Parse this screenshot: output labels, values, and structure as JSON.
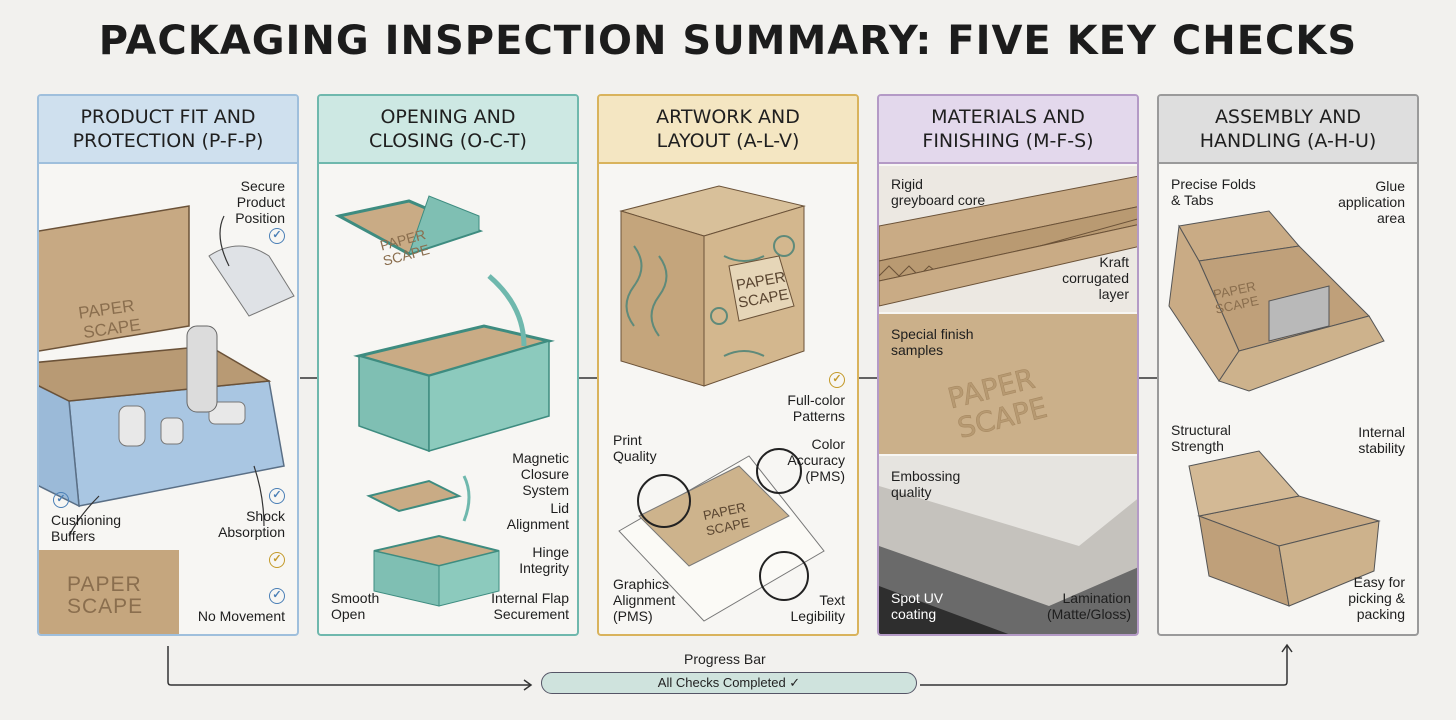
{
  "title": "PACKAGING INSPECTION SUMMARY: FIVE KEY CHECKS",
  "colors": {
    "panel1": "#9fbfdc",
    "panel1_head": "#cfe0ee",
    "panel2": "#6fb8ad",
    "panel2_head": "#cde8e3",
    "panel3": "#d9b35c",
    "panel3_head": "#f4e6c2",
    "panel4": "#b49ac6",
    "panel4_head": "#e3d8ec",
    "panel5": "#9a9a9a",
    "panel5_head": "#dedede",
    "kraft": "#c9ab85",
    "teal": "#7fbfb3"
  },
  "panels": [
    {
      "heading": "PRODUCT FIT AND\nPROTECTION (P-F-P)",
      "labels": {
        "secure": "Secure\nProduct\nPosition",
        "cushion": "Cushioning\nBuffers",
        "shock": "Shock\nAbsorption",
        "movement": "No Movement",
        "brand": "PAPER\nSCAPE"
      },
      "icons": [
        "check-icon",
        "check-icon",
        "check-icon",
        "check-icon",
        "check-icon"
      ]
    },
    {
      "heading": "OPENING AND\nCLOSING (O-C-T)",
      "labels": {
        "brand": "PAPER\nSCAPE",
        "magnetic": "Magnetic\nClosure\nSystem",
        "lid": "Lid\nAlignment",
        "hinge": "Hinge\nIntegrity",
        "smooth": "Smooth\nOpen",
        "flap": "Internal Flap\nSecurement"
      }
    },
    {
      "heading": "ARTWORK AND\nLAYOUT (A-L-V)",
      "labels": {
        "brand": "PAPER\nSCAPE",
        "patterns": "Full-color\nPatterns",
        "print": "Print\nQuality",
        "color": "Color\nAccuracy\n(PMS)",
        "graphics": "Graphics\nAlignment\n(PMS)",
        "text": "Text\nLegibility"
      }
    },
    {
      "heading": "MATERIALS AND\nFINISHING (M-F-S)",
      "labels": {
        "rigid": "Rigid\ngreyboard core",
        "kraft": "Kraft\ncorrugated\nlayer",
        "special": "Special finish\nsamples",
        "emboss_text": "PAPER\nSCAPE",
        "embossing": "Embossing\nquality",
        "spotuv": "Spot UV\ncoating",
        "lamination": "Lamination\n(Matte/Gloss)"
      }
    },
    {
      "heading": "ASSEMBLY AND\nHANDLING (A-H-U)",
      "labels": {
        "folds": "Precise Folds\n& Tabs",
        "glue": "Glue\napplication\narea",
        "brand": "PAPER\nSCAPE",
        "structural": "Structural\nStrength",
        "internal": "Internal\nstability",
        "easy": "Easy for\npicking &\npacking"
      }
    }
  ],
  "progress": {
    "label": "Progress Bar",
    "status": "All Checks Completed ✓",
    "completed_fraction": 1.0
  }
}
